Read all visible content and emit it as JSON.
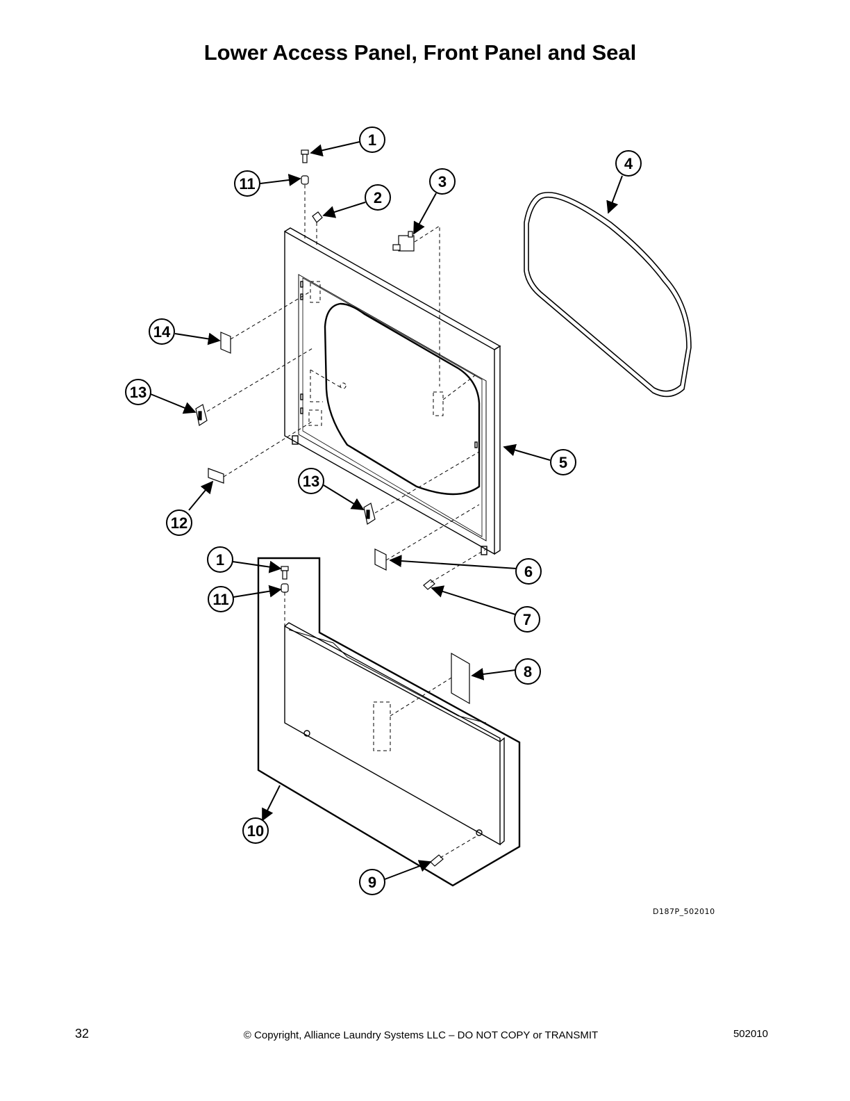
{
  "title": "Lower Access Panel, Front Panel and Seal",
  "callouts": [
    {
      "id": "c1a",
      "label": "1"
    },
    {
      "id": "c11a",
      "label": "11"
    },
    {
      "id": "c2",
      "label": "2"
    },
    {
      "id": "c3",
      "label": "3"
    },
    {
      "id": "c4",
      "label": "4"
    },
    {
      "id": "c14",
      "label": "14"
    },
    {
      "id": "c13a",
      "label": "13"
    },
    {
      "id": "c5",
      "label": "5"
    },
    {
      "id": "c13b",
      "label": "13"
    },
    {
      "id": "c12",
      "label": "12"
    },
    {
      "id": "c1b",
      "label": "1"
    },
    {
      "id": "c6",
      "label": "6"
    },
    {
      "id": "c11b",
      "label": "11"
    },
    {
      "id": "c7",
      "label": "7"
    },
    {
      "id": "c8",
      "label": "8"
    },
    {
      "id": "c10",
      "label": "10"
    },
    {
      "id": "c9",
      "label": "9"
    }
  ],
  "drawing_code": "D187P_502010",
  "footer": {
    "page_number": "32",
    "copyright": "© Copyright, Alliance Laundry Systems LLC – DO NOT COPY or TRANSMIT",
    "document_number": "502010"
  }
}
